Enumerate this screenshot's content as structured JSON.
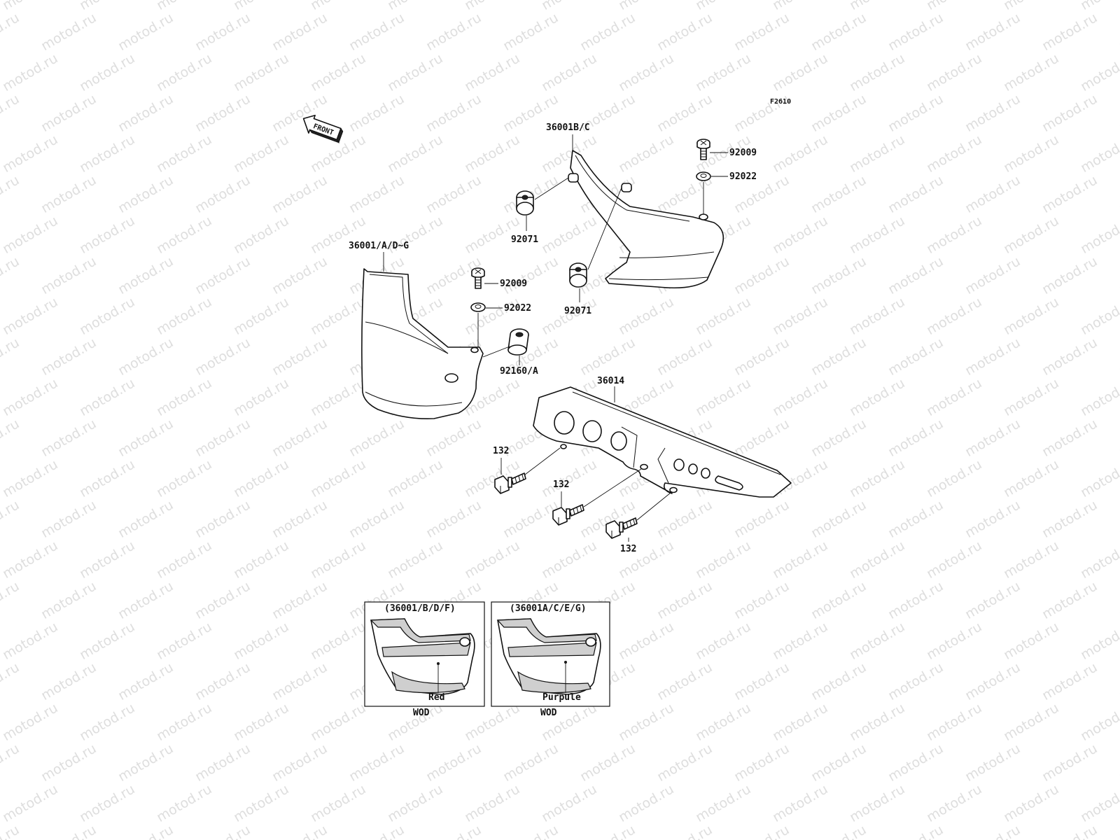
{
  "watermark": "motod.ru",
  "figure_code": "F2610",
  "front_arrow_label": "FRONT",
  "callouts": {
    "cover_right": "36001B/C",
    "cover_left": "36001/A/D~G",
    "screw_upper": "92009",
    "washer_upper": "92022",
    "screw_lower": "92009",
    "washer_lower": "92022",
    "grommet_upper": "92071",
    "grommet_lower": "92071",
    "bushing": "92160/A",
    "chain_guard": "36014",
    "bolt_1": "132",
    "bolt_2": "132",
    "bolt_3": "132"
  },
  "variant_boxes": [
    {
      "title": "(36001/B/D/F)",
      "color_label": "Red",
      "footer": "WOD"
    },
    {
      "title": "(36001A/C/E/G)",
      "color_label": "Purpule",
      "footer": "WOD"
    }
  ]
}
